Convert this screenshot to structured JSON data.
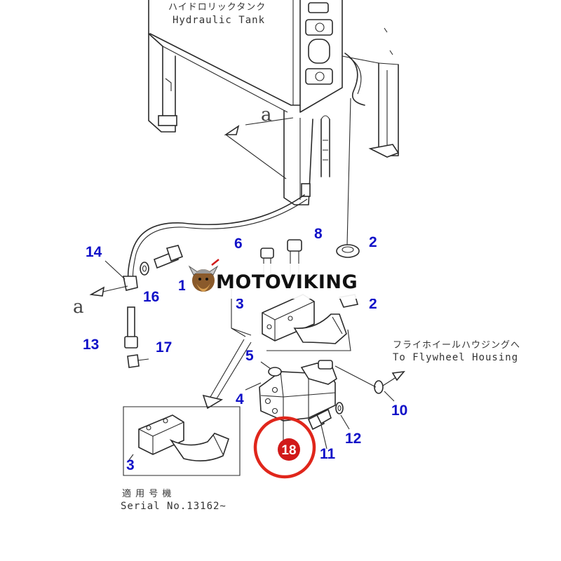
{
  "tank": {
    "label_jp": "ハイドロリックタンク",
    "label_en": "Hydraulic Tank"
  },
  "view_marker": "a",
  "flywheel": {
    "label_jp": "フライホイールハウジングへ",
    "label_en": "To Flywheel Housing"
  },
  "serial": {
    "label_jp": "適 用 号 機",
    "label_en": "Serial No.13162~"
  },
  "watermark": {
    "text": "MOTOVIKING"
  },
  "callouts": {
    "c14": "14",
    "c16": "16",
    "c1": "1",
    "c6": "6",
    "c8": "8",
    "c2a": "2",
    "c2b": "2",
    "c3a": "3",
    "c13": "13",
    "c17": "17",
    "c5": "5",
    "c4": "4",
    "c10": "10",
    "c12": "12",
    "c11": "11",
    "c3b": "3"
  },
  "highlight": {
    "number": "18",
    "badge_color": "#d11a1a",
    "ring_color": "#e0261b"
  },
  "colors": {
    "callout": "#1010c8",
    "line": "#2a2a2a"
  }
}
